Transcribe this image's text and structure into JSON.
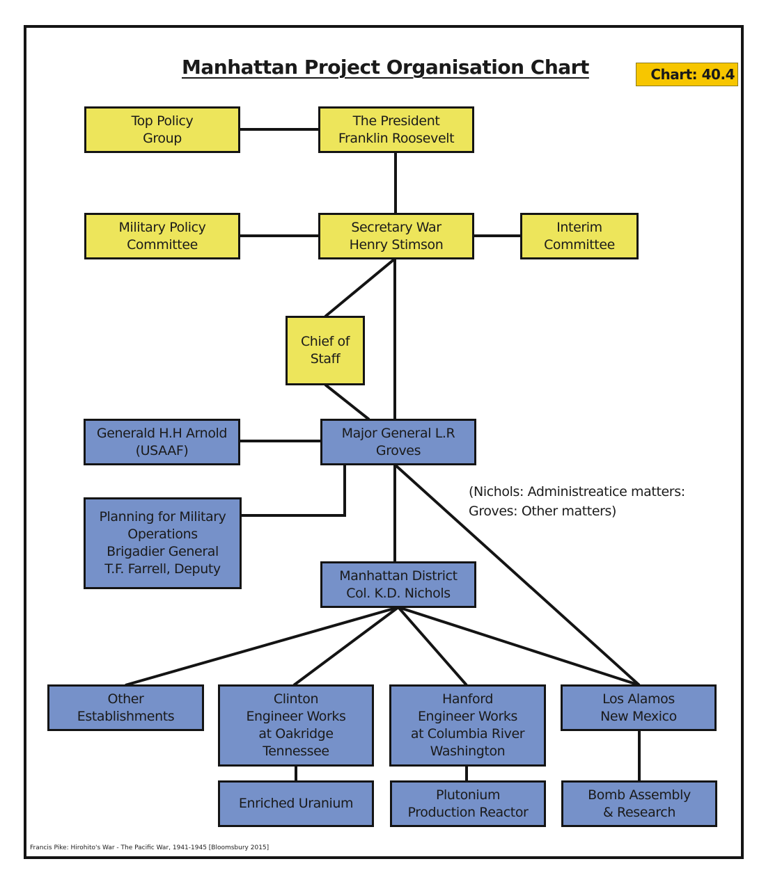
{
  "title": "Manhattan Project Organisation Chart",
  "chart_label": "Chart: 40.4",
  "colors": {
    "civilian": "#EDE55B",
    "military": "#7691C9",
    "badge": "#F7C600",
    "line": "#141414"
  },
  "nodes": {
    "top_policy": {
      "lines": [
        "Top Policy",
        "Group"
      ],
      "color": "civilian"
    },
    "president": {
      "lines": [
        "The President",
        "Franklin Roosevelt"
      ],
      "color": "civilian"
    },
    "military_policy": {
      "lines": [
        "Military Policy",
        "Committee"
      ],
      "color": "civilian"
    },
    "secretary_war": {
      "lines": [
        "Secretary War",
        "Henry Stimson"
      ],
      "color": "civilian"
    },
    "interim": {
      "lines": [
        "Interim",
        "Committee"
      ],
      "color": "civilian"
    },
    "chief_of_staff": {
      "lines": [
        "Chief of",
        "Staff"
      ],
      "color": "civilian"
    },
    "arnold": {
      "lines": [
        "Generald H.H Arnold",
        "(USAAF)"
      ],
      "color": "military"
    },
    "groves": {
      "lines": [
        "Major General L.R",
        "Groves"
      ],
      "color": "military"
    },
    "planning": {
      "lines": [
        "Planning for Military",
        "Operations",
        "Brigadier General",
        "T.F. Farrell, Deputy"
      ],
      "color": "military"
    },
    "manhattan_district": {
      "lines": [
        "Manhattan District",
        "Col. K.D. Nichols"
      ],
      "color": "military"
    },
    "other": {
      "lines": [
        "Other",
        "Establishments"
      ],
      "color": "military"
    },
    "clinton": {
      "lines": [
        "Clinton",
        "Engineer Works",
        "at Oakridge",
        "Tennessee"
      ],
      "color": "military"
    },
    "hanford": {
      "lines": [
        "Hanford",
        "Engineer Works",
        "at Columbia River",
        "Washington"
      ],
      "color": "military"
    },
    "los_alamos": {
      "lines": [
        "Los Alamos",
        "New Mexico"
      ],
      "color": "military"
    },
    "enriched": {
      "lines": [
        "Enriched Uranium"
      ],
      "color": "military"
    },
    "plutonium": {
      "lines": [
        "Plutonium",
        "Production Reactor"
      ],
      "color": "military"
    },
    "bomb": {
      "lines": [
        "Bomb Assembly",
        "& Research"
      ],
      "color": "military"
    }
  },
  "edges": [
    [
      "top_policy",
      "president"
    ],
    [
      "president",
      "secretary_war"
    ],
    [
      "military_policy",
      "secretary_war"
    ],
    [
      "secretary_war",
      "interim"
    ],
    [
      "secretary_war",
      "chief_of_staff"
    ],
    [
      "chief_of_staff",
      "groves"
    ],
    [
      "secretary_war",
      "groves"
    ],
    [
      "arnold",
      "groves"
    ],
    [
      "groves",
      "planning"
    ],
    [
      "groves",
      "manhattan_district"
    ],
    [
      "groves",
      "los_alamos"
    ],
    [
      "manhattan_district",
      "other"
    ],
    [
      "manhattan_district",
      "clinton"
    ],
    [
      "manhattan_district",
      "hanford"
    ],
    [
      "manhattan_district",
      "los_alamos"
    ],
    [
      "clinton",
      "enriched"
    ],
    [
      "hanford",
      "plutonium"
    ],
    [
      "los_alamos",
      "bomb"
    ]
  ],
  "note": {
    "lines": [
      "(Nichols: Administreatice matters:",
      "Groves: Other matters)"
    ]
  },
  "source": "Francis Pike:  Hirohito's War - The Pacific War, 1941-1945   [Bloomsbury 2015]"
}
